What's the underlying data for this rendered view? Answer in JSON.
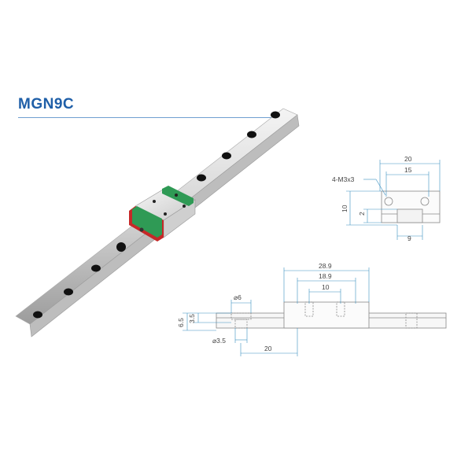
{
  "title": "MGN9C",
  "colors": {
    "title": "#1f5fa8",
    "rail": "#d9d9d9",
    "block_end_green": "#2f9a55",
    "block_end_red": "#c62828",
    "dimension_line": "#3a8fc0",
    "drawing_line": "#888888"
  },
  "end_view": {
    "overall_width": "20",
    "hole_spacing": "15",
    "thread_callout": "4-M3x3",
    "height": "10",
    "rail_offset": "2",
    "rail_width": "9"
  },
  "side_view": {
    "block_length": "28.9",
    "body_length": "18.9",
    "mounting_hole_spacing": "10",
    "counterbore_dia": "⌀6",
    "height_total": "6.5",
    "height_counterbore": "3.5",
    "hole_dia": "⌀3.5",
    "hole_pitch": "20"
  }
}
